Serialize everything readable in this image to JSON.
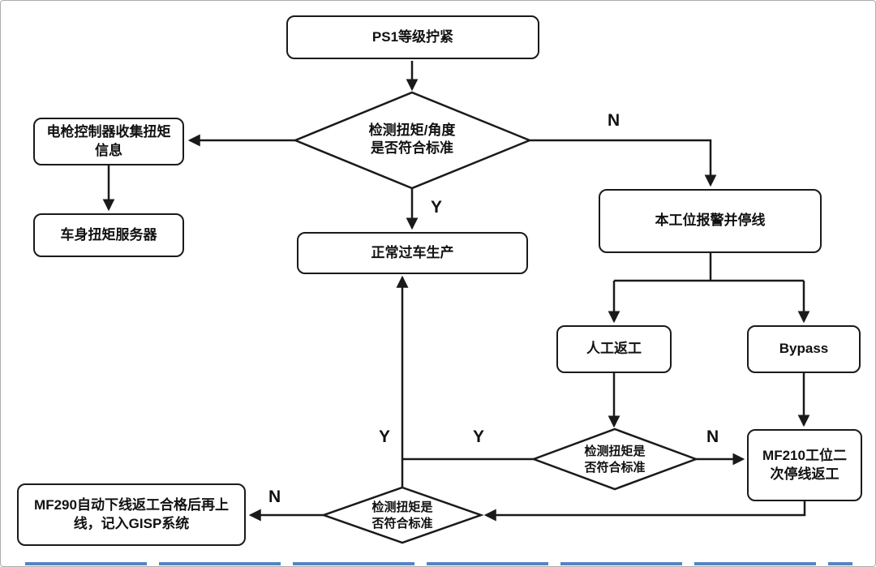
{
  "diagram": {
    "nodes": {
      "ps1": {
        "label": "PS1等级拧紧"
      },
      "decision1": {
        "line1": "检测扭矩/角度",
        "line2": "是否符合标准"
      },
      "gun_controller": {
        "label": "电枪控制器收集扭矩信息"
      },
      "torque_server": {
        "label": "车身扭矩服务器"
      },
      "normal_production": {
        "label": "正常过车生产"
      },
      "station_alarm": {
        "label": "本工位报警并停线"
      },
      "manual_rework": {
        "label": "人工返工"
      },
      "bypass": {
        "label": "Bypass"
      },
      "decision2": {
        "line1": "检测扭矩是",
        "line2": "否符合标准"
      },
      "mf210": {
        "label": "MF210工位二次停线返工"
      },
      "decision3": {
        "line1": "检测扭矩是",
        "line2": "否符合标准"
      },
      "mf290": {
        "label": "MF290自动下线返工合格后再上线，记入GISP系统"
      }
    },
    "edge_labels": {
      "n_to_alarm": "N",
      "y_to_production": "Y",
      "y_merge_up": "Y",
      "y_from_decision2": "Y",
      "n_to_mf210": "N",
      "n_to_mf290": "N"
    },
    "colors": {
      "line": "#1a1a1a",
      "background": "#ffffff",
      "bottom_artifact": "#4576bc"
    }
  }
}
